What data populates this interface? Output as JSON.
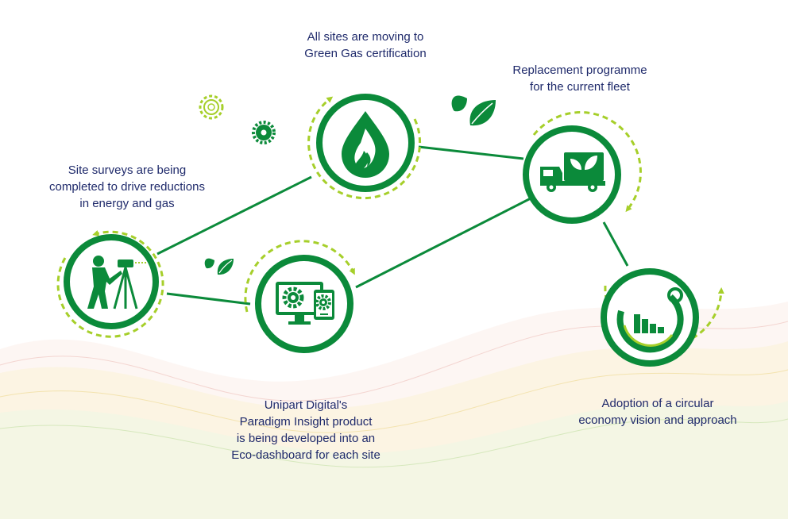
{
  "colors": {
    "green": "#0b8a3a",
    "lime": "#a6cf2a",
    "navy": "#1f2a6b",
    "wave_pink": "#f2c8c4",
    "wave_yellow": "#f0e2a0",
    "wave_green": "#cfe6b4"
  },
  "nodes": [
    {
      "id": "site-surveys",
      "icon": "surveyor-icon",
      "caption": [
        "Site surveys are being",
        "completed to drive reductions",
        "in energy and gas"
      ]
    },
    {
      "id": "green-gas",
      "icon": "gas-flame-drop-icon",
      "caption": [
        "All sites are moving to",
        "Green Gas certification"
      ]
    },
    {
      "id": "fleet",
      "icon": "eco-truck-icon",
      "caption": [
        "Replacement programme",
        "for the current fleet"
      ]
    },
    {
      "id": "eco-dashboard",
      "icon": "monitor-gears-icon",
      "caption": [
        "Unipart Digital's",
        "Paradigm Insight product",
        "is being developed into an",
        "Eco-dashboard for each site"
      ]
    },
    {
      "id": "circular-economy",
      "icon": "circular-chart-icon",
      "caption": [
        "Adoption of a circular",
        "economy vision and approach"
      ]
    }
  ],
  "decorations": [
    "gear-outline-icon",
    "gear-solid-icon",
    "leaves-icon",
    "leaves-small-icon"
  ]
}
